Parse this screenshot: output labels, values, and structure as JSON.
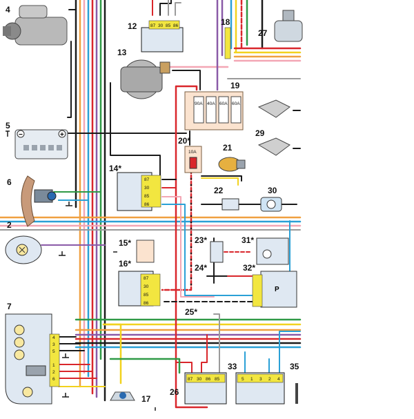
{
  "labels": {
    "c2": "2",
    "c4": "4",
    "c5": "5",
    "c6": "6",
    "c7": "7",
    "c12": "12",
    "c13": "13",
    "c14": "14*",
    "c15": "15*",
    "c16": "16*",
    "c17": "17",
    "c18": "18",
    "c19": "19",
    "c20": "20*",
    "c21": "21",
    "c22": "22",
    "c23": "23*",
    "c24": "24*",
    "c25": "25*",
    "c26": "26",
    "c27": "27",
    "c29": "29",
    "c30": "30",
    "c31": "31*",
    "c32": "32*",
    "c33": "33",
    "c35": "35"
  },
  "relay_pins": {
    "r12": [
      "87",
      "30",
      "85",
      "86"
    ],
    "r14": [
      "87",
      "30",
      "85",
      "86"
    ],
    "r16": [
      "87",
      "30",
      "85",
      "86"
    ],
    "r26": [
      "87",
      "30",
      "86",
      "85"
    ]
  },
  "fuses19": [
    "90A",
    "40A",
    "60A",
    "60A"
  ],
  "fuse20": "10A",
  "block33": [
    "5",
    "1",
    "3",
    "2",
    "4"
  ],
  "lamp7": [
    "4",
    "3",
    "5",
    "1",
    "2",
    "6"
  ],
  "block32_label": "P",
  "battery": {
    "minus": "−",
    "plus": "+"
  },
  "colors": {
    "black": "#1a1a1a",
    "red": "#d9262b",
    "blue": "#2aa0d6",
    "green": "#2f9a46",
    "orange": "#f0a040",
    "yellow": "#f2d21e",
    "violet": "#8a5aa8",
    "grey": "#9a9a9a",
    "pink": "#f3a6b4",
    "brown": "#8b4a2b"
  }
}
